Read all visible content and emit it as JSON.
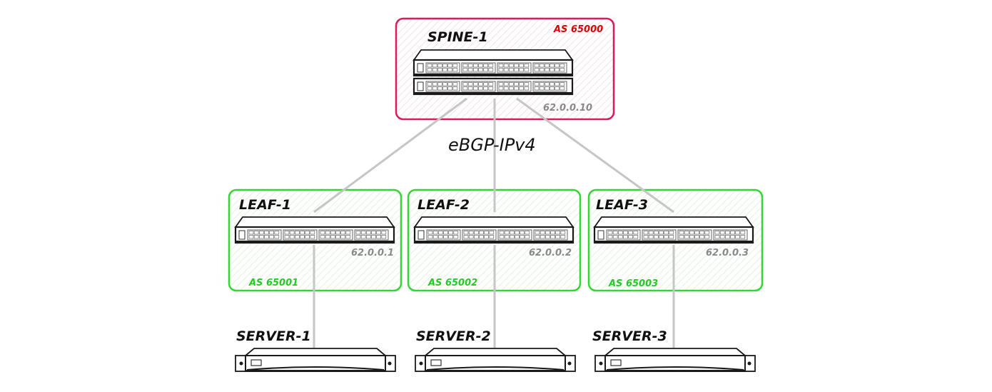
{
  "diagram": {
    "protocol_label": "eBGP-IPv4",
    "colors": {
      "spine_border": "#e0195a",
      "leaf_border": "#33d633",
      "spine_as_text": "#e00000",
      "leaf_as_text": "#22cc22",
      "ip_text": "#8a8a8a",
      "link": "#c6c6c6"
    },
    "spine": {
      "name": "SPINE-1",
      "as": "AS 65000",
      "ip": "62.0.0.10",
      "icon": "switch-stack-icon"
    },
    "leaves": [
      {
        "name": "LEAF-1",
        "as": "AS 65001",
        "ip": "62.0.0.1",
        "icon": "switch-icon"
      },
      {
        "name": "LEAF-2",
        "as": "AS 65002",
        "ip": "62.0.0.2",
        "icon": "switch-icon"
      },
      {
        "name": "LEAF-3",
        "as": "AS 65003",
        "ip": "62.0.0.3",
        "icon": "switch-icon"
      }
    ],
    "servers": [
      {
        "name": "SERVER-1",
        "icon": "server-icon"
      },
      {
        "name": "SERVER-2",
        "icon": "server-icon"
      },
      {
        "name": "SERVER-3",
        "icon": "server-icon"
      }
    ]
  }
}
